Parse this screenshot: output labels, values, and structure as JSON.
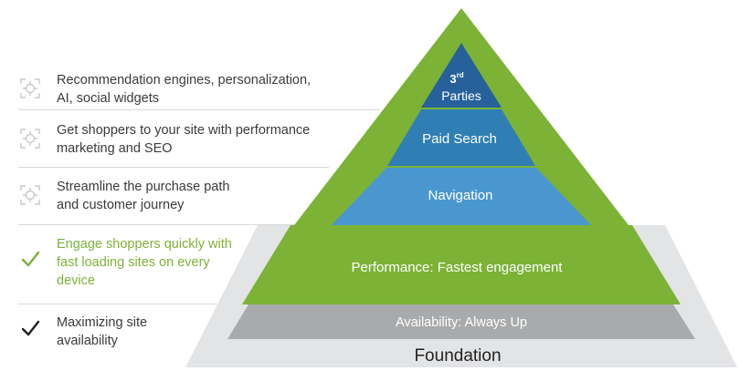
{
  "list": {
    "items": [
      {
        "text_line1": "Recommendation engines, personalization,",
        "text_line2": "AI, social widgets",
        "text_line3": "",
        "icon": "target-icon",
        "state": "pending"
      },
      {
        "text_line1": "Get shoppers to your site with performance",
        "text_line2": "marketing and SEO",
        "text_line3": "",
        "icon": "target-icon",
        "state": "pending"
      },
      {
        "text_line1": "Streamline the purchase path",
        "text_line2": "and customer journey",
        "text_line3": "",
        "icon": "target-icon",
        "state": "pending"
      },
      {
        "text_line1": "Engage shoppers quickly with",
        "text_line2": "fast loading sites on every",
        "text_line3": "device",
        "icon": "checkmark-icon",
        "state": "done-highlight"
      },
      {
        "text_line1": "Maximizing site",
        "text_line2": "availability",
        "text_line3": "",
        "icon": "checkmark-icon",
        "state": "done"
      }
    ]
  },
  "pyramid": {
    "third_parties_number": "3",
    "third_parties_sup": "rd",
    "third_parties_word": "Parties",
    "paid_search": "Paid Search",
    "navigation": "Navigation",
    "performance": "Performance:  Fastest engagement",
    "availability": "Availability: Always Up",
    "foundation": "Foundation"
  },
  "colors": {
    "green": "#7cb236",
    "dark_blue": "#26619c",
    "mid_blue": "#2f7fb5",
    "light_blue": "#4a97cf",
    "gray_band": "#a9aaac",
    "light_gray": "#e3e4e6",
    "check_dark": "#222222"
  }
}
